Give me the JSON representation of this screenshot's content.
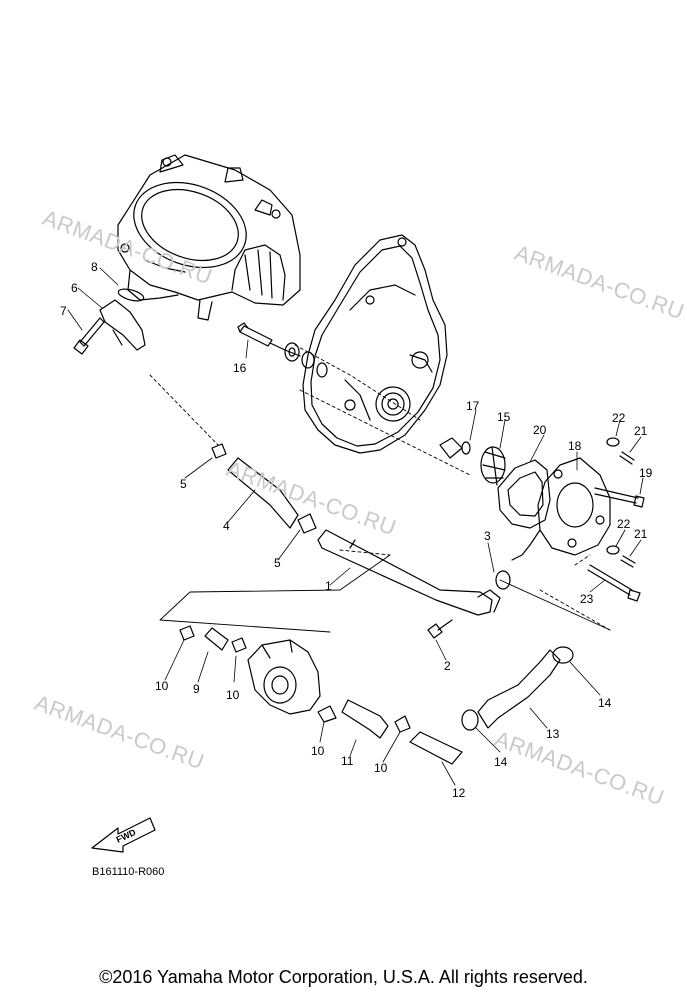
{
  "watermark": "ARMADA-CO.RU",
  "callouts": [
    "1",
    "2",
    "3",
    "4",
    "5",
    "5",
    "6",
    "7",
    "8",
    "9",
    "10",
    "10",
    "10",
    "10",
    "11",
    "12",
    "13",
    "14",
    "14",
    "15",
    "16",
    "17",
    "18",
    "19",
    "20",
    "21",
    "21",
    "22",
    "22",
    "23"
  ],
  "fwd_label": "FWD",
  "diagram_code": "B161110-R060",
  "copyright": "©2016 Yamaha Motor Corporation, U.S.A. All rights reserved."
}
